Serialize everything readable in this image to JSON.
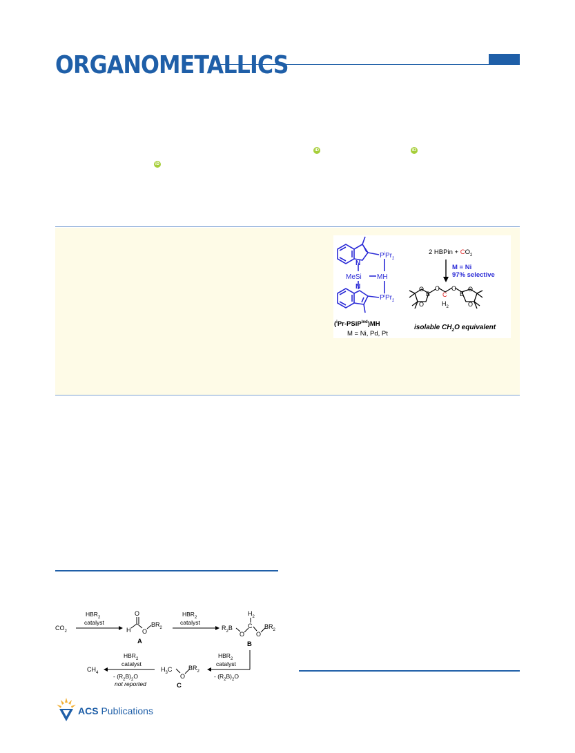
{
  "journal": {
    "title": "ORGANOMETALLICS"
  },
  "toc_graphic": {
    "ligand_label_sup": "i",
    "ligand_label_a": "Pr-PSiP",
    "ligand_label_sup2": "Ind",
    "ligand_label_b": ")MH",
    "metal_list": "M = Ni, Pd, Pt",
    "p_top": "P",
    "p_sup": "i",
    "p_rest": "Pr",
    "p_sub": "2",
    "mesi": "MeSi",
    "mh": "MH",
    "n_label": "N",
    "reagents": "2 HBPin  +  ",
    "co2_c": "C",
    "co2_o": "O",
    "co2_sub": "2",
    "condition_metal": "M = Ni",
    "selectivity": "97% selective",
    "product_note": "isolable CH",
    "product_note_sub": "2",
    "product_note_end": "O equivalent",
    "atom_b": "B",
    "atom_o": "O",
    "atom_c_red": "C",
    "h2": "H",
    "h2_sub": "2"
  },
  "scheme": {
    "co2": "CO",
    "co2_sub": "2",
    "reagent": "HBR",
    "reagent_sub": "2",
    "catalyst": "catalyst",
    "label_a": "A",
    "label_b": "B",
    "label_c": "C",
    "h": "H",
    "o": "O",
    "br2": "BR",
    "r2b": "R",
    "r2b_end": "B",
    "h2": "H",
    "c_atom": "C",
    "h3c": "H",
    "h3c_sub": "3",
    "h3c_end": "C",
    "ch4": "CH",
    "ch4_sub": "4",
    "byproduct_a": "- (R",
    "byproduct_b": "B)",
    "byproduct_c": "O",
    "not_reported": "not reported"
  },
  "footer": {
    "publisher_bold": "ACS",
    "publisher_rest": " Publications"
  },
  "colors": {
    "brand": "#1f5fa8",
    "ligand": "#2a2ad6",
    "highlight": "#e02020",
    "abstract_bg": "#fefbe7",
    "orcid": "#a6ce39"
  }
}
